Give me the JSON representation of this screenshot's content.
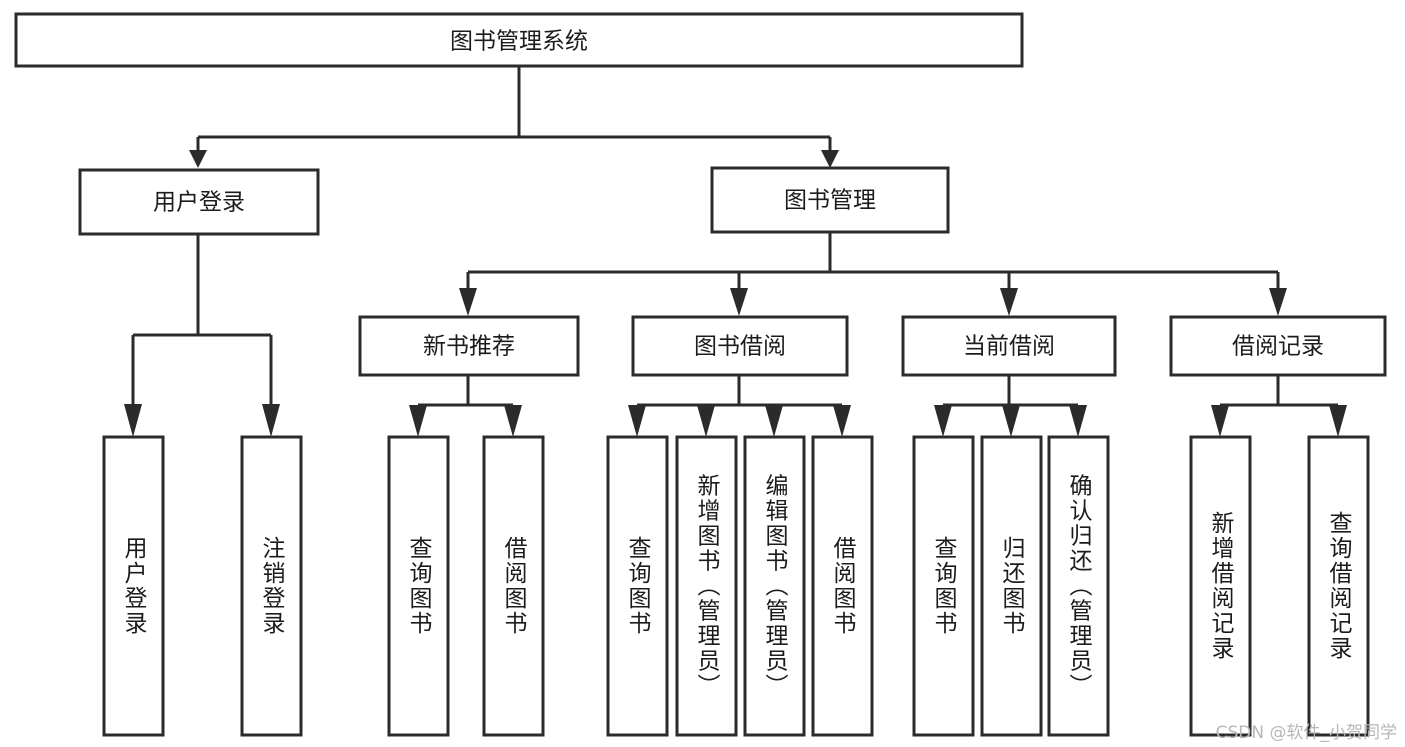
{
  "diagram": {
    "type": "tree-structure-chart",
    "title": "图书管理系统",
    "background_color": "#ffffff",
    "line_color": "#2b2b2b",
    "text_color": "#1c1c1c",
    "root": {
      "label": "图书管理系统"
    },
    "level2": [
      {
        "label": "用户登录"
      },
      {
        "label": "图书管理"
      }
    ],
    "level3": [
      {
        "label": "新书推荐"
      },
      {
        "label": "图书借阅"
      },
      {
        "label": "当前借阅"
      },
      {
        "label": "借阅记录"
      }
    ],
    "leaves": {
      "user_login": [
        {
          "label": "用户登录"
        },
        {
          "label": "注销登录"
        }
      ],
      "new_book_recommend": [
        {
          "label": "查询图书"
        },
        {
          "label": "借阅图书"
        }
      ],
      "book_borrow": [
        {
          "label": "查询图书"
        },
        {
          "label": "新增图书（管理员）"
        },
        {
          "label": "编辑图书（管理员）"
        },
        {
          "label": "借阅图书"
        }
      ],
      "current_borrow": [
        {
          "label": "查询图书"
        },
        {
          "label": "归还图书"
        },
        {
          "label": "确认归还（管理员）"
        }
      ],
      "borrow_record": [
        {
          "label": "新增借阅记录"
        },
        {
          "label": "查询借阅记录"
        }
      ]
    }
  },
  "watermark": {
    "text": "CSDN @软件_小贺同学"
  }
}
